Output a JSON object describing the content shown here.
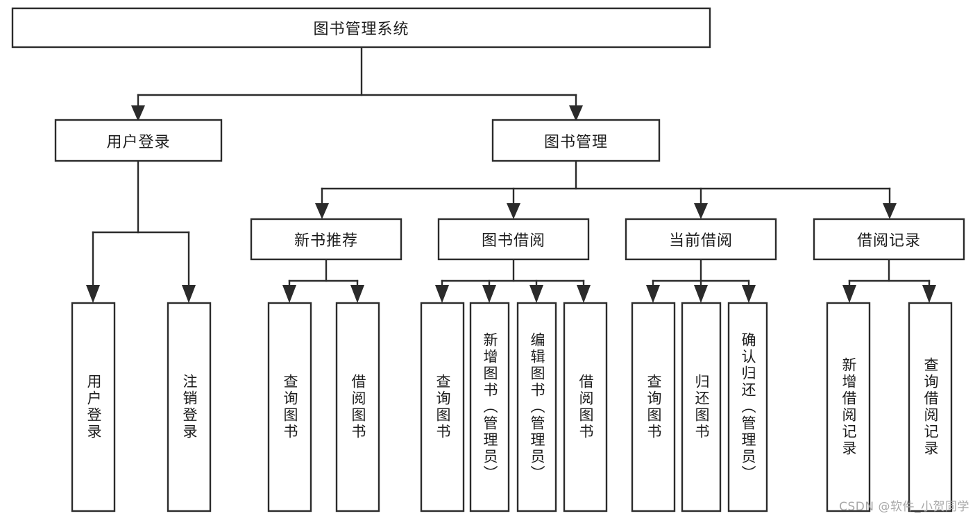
{
  "diagram": {
    "type": "tree",
    "title": "图书管理系统",
    "watermark": "CSDN @软件_小贺同学",
    "colors": {
      "stroke": "#2b2b2b",
      "fill": "#ffffff",
      "text": "#1c1c1c",
      "watermark": "#a8a8a8"
    },
    "nodes": {
      "root": {
        "label": "图书管理系统",
        "orientation": "horizontal"
      },
      "l2": [
        {
          "id": "user-login",
          "label": "用户登录",
          "orientation": "horizontal"
        },
        {
          "id": "book-manage",
          "label": "图书管理",
          "orientation": "horizontal"
        }
      ],
      "l3": [
        {
          "id": "new-book-recommend",
          "label": "新书推荐",
          "orientation": "horizontal"
        },
        {
          "id": "book-borrow",
          "label": "图书借阅",
          "orientation": "horizontal"
        },
        {
          "id": "current-borrow",
          "label": "当前借阅",
          "orientation": "horizontal"
        },
        {
          "id": "borrow-record",
          "label": "借阅记录",
          "orientation": "horizontal"
        }
      ],
      "leaves": [
        {
          "id": "leaf-user-login",
          "label": "用户登录",
          "orientation": "vertical",
          "parent": "user-login"
        },
        {
          "id": "leaf-logout-login",
          "label": "注销登录",
          "orientation": "vertical",
          "parent": "user-login"
        },
        {
          "id": "leaf-query-book-1",
          "label": "查询图书",
          "orientation": "vertical",
          "parent": "new-book-recommend"
        },
        {
          "id": "leaf-borrow-book-1",
          "label": "借阅图书",
          "orientation": "vertical",
          "parent": "new-book-recommend"
        },
        {
          "id": "leaf-query-book-2",
          "label": "查询图书",
          "orientation": "vertical",
          "parent": "book-borrow"
        },
        {
          "id": "leaf-add-book-admin",
          "label": "新增图书（管理员）",
          "orientation": "vertical",
          "parent": "book-borrow"
        },
        {
          "id": "leaf-edit-book-admin",
          "label": "编辑图书（管理员）",
          "orientation": "vertical",
          "parent": "book-borrow"
        },
        {
          "id": "leaf-borrow-book-2",
          "label": "借阅图书",
          "orientation": "vertical",
          "parent": "book-borrow"
        },
        {
          "id": "leaf-query-book-3",
          "label": "查询图书",
          "orientation": "vertical",
          "parent": "current-borrow"
        },
        {
          "id": "leaf-return-book",
          "label": "归还图书",
          "orientation": "vertical",
          "parent": "current-borrow"
        },
        {
          "id": "leaf-confirm-return-admin",
          "label": "确认归还（管理员）",
          "orientation": "vertical",
          "parent": "current-borrow"
        },
        {
          "id": "leaf-add-borrow-record",
          "label": "新增借阅记录",
          "orientation": "vertical",
          "parent": "borrow-record"
        },
        {
          "id": "leaf-query-borrow-record",
          "label": "查询借阅记录",
          "orientation": "vertical",
          "parent": "borrow-record"
        }
      ]
    }
  }
}
